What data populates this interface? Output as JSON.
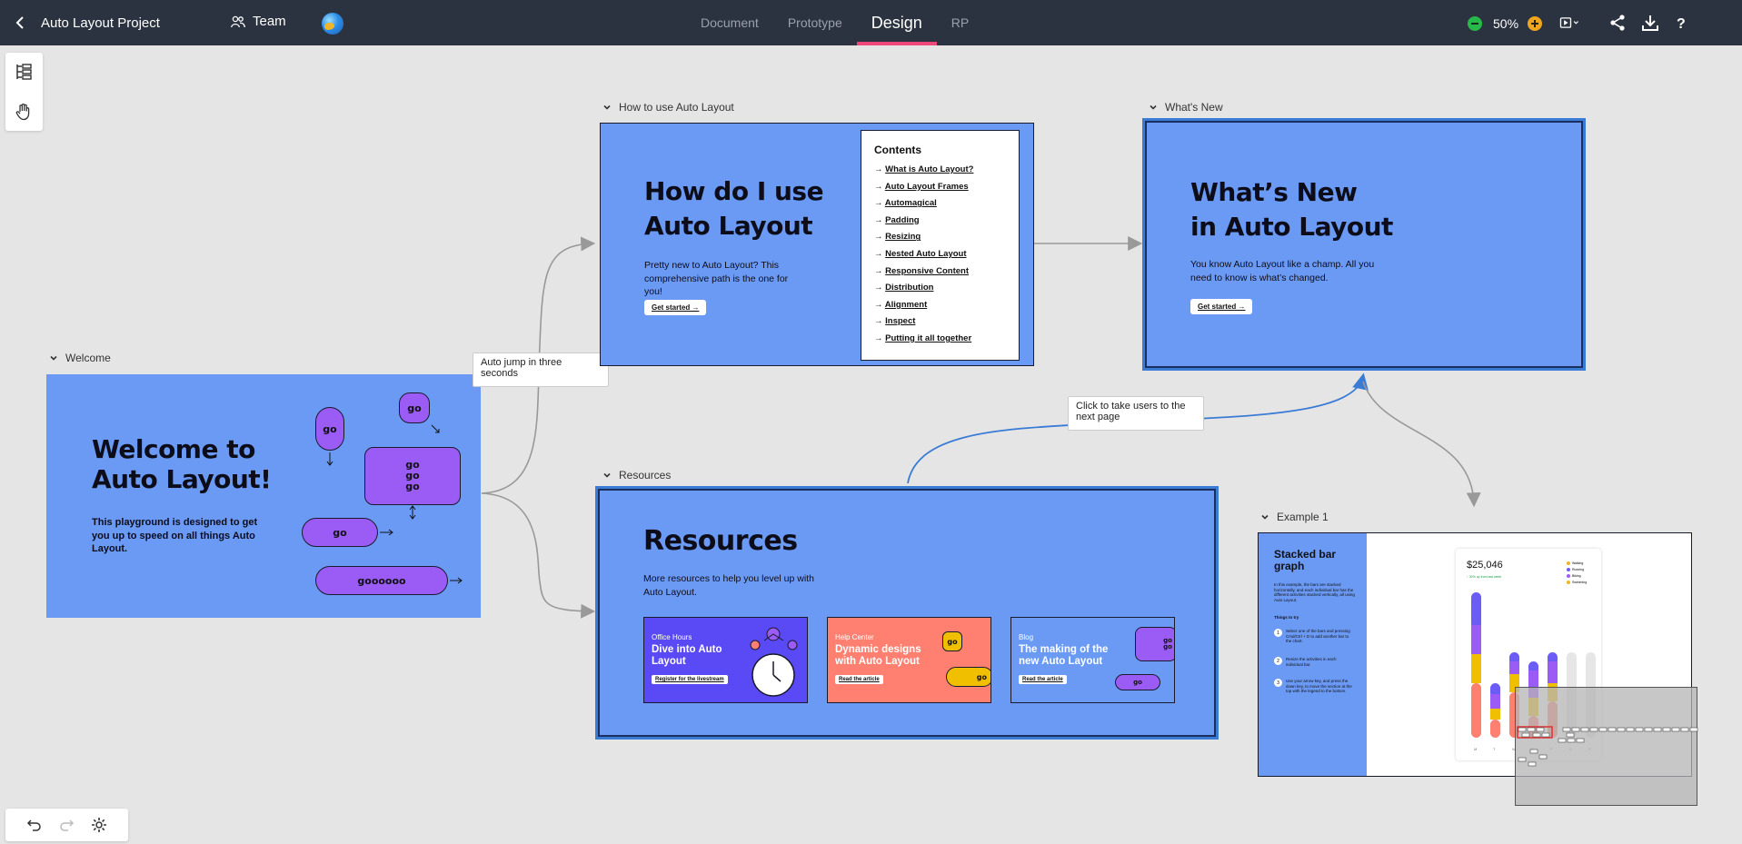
{
  "topbar": {
    "project_title": "Auto Layout Project",
    "team_label": "Team",
    "tabs": [
      {
        "label": "Document",
        "active": false
      },
      {
        "label": "Prototype",
        "active": false
      },
      {
        "label": "Design",
        "active": true
      },
      {
        "label": "RP",
        "active": false
      }
    ],
    "zoom": "50%",
    "icons": [
      "back-icon",
      "team-icon",
      "globe-avatar",
      "zoom-out-icon",
      "zoom-in-icon",
      "present-icon",
      "share-icon",
      "download-icon",
      "help-icon"
    ]
  },
  "colors": {
    "topbar": "#2c3340",
    "canvas": "#e5e5e5",
    "frame_blue": "#6b9af5",
    "purple": "#9b5cf6",
    "tab_accent": "#f0477a",
    "selection": "#3a7bd5",
    "connector": "#999999"
  },
  "frames": {
    "welcome": {
      "label": "Welcome",
      "title_line1": "Welcome to",
      "title_line2": "Auto Layout!",
      "body": "This playground is designed to get you up to speed on all things Auto Layout.",
      "pills": [
        "go",
        "go",
        "go",
        "go",
        "go",
        "go",
        "goooooo"
      ]
    },
    "how_to": {
      "label": "How to use Auto Layout",
      "title_line1": "How do I use",
      "title_line2": "Auto Layout",
      "body": "Pretty new to Auto Layout? This comprehensive path is the one for you!",
      "cta": "Get started →",
      "contents_title": "Contents",
      "contents": [
        "What is Auto Layout?",
        "Auto Layout Frames",
        "Automagical",
        "Padding",
        "Resizing",
        "Nested Auto Layout",
        "Responsive Content",
        "Distribution",
        "Alignment",
        "Inspect",
        "Putting it all together"
      ]
    },
    "whats_new": {
      "label": "What's New",
      "title_line1": "What’s New",
      "title_line2": "in Auto Layout",
      "body": "You know Auto Layout like a champ. All you need to know is what’s changed.",
      "cta": "Get started →"
    },
    "resources": {
      "label": "Resources",
      "title": "Resources",
      "body": "More resources to help you level up with Auto Layout.",
      "cards": [
        {
          "kicker": "Office Hours",
          "title": "Dive into Auto Layout",
          "button": "Register for the livestream",
          "bg": "#5a4af5"
        },
        {
          "kicker": "Help Center",
          "title": "Dynamic designs with Auto Layout",
          "button": "Read the article",
          "bg": "#ff8070"
        },
        {
          "kicker": "Blog",
          "title": "The making of the new Auto Layout",
          "button": "Read the article",
          "bg": "#6b9af5"
        }
      ],
      "card_pills": [
        "go",
        "go",
        "go",
        "go",
        "go"
      ]
    },
    "example1": {
      "label": "Example 1",
      "title": "Stacked bar graph",
      "intro": "In this example, the bars are stacked horizontally, and each individual bar has the different activities stacked vertically, all using Auto Layout.",
      "things_title": "Things to try",
      "steps": [
        {
          "num": "1",
          "text": "Select one of the bars and pressing Cmd/Ctrl + D to add another bar to the chart."
        },
        {
          "num": "2",
          "text": "Resize the activities in each individual bar."
        },
        {
          "num": "3",
          "text": "Use your arrow key, and press the down key, to move the section at the top with the legend to the bottom."
        }
      ],
      "amount": "$25,046",
      "change": "↑ 30% up from last week",
      "legend": [
        {
          "name": "Walking",
          "color": "#f0b429"
        },
        {
          "name": "Running",
          "color": "#6a5cf5"
        },
        {
          "name": "Biking",
          "color": "#9b5cf6"
        },
        {
          "name": "Swimming",
          "color": "#f0b429"
        }
      ],
      "days": [
        "M",
        "T",
        "W",
        "T",
        "F",
        "S",
        "S"
      ]
    }
  },
  "notes": {
    "auto_jump": "Auto jump in three seconds",
    "click_to_take": "Click to take users to the next page"
  }
}
